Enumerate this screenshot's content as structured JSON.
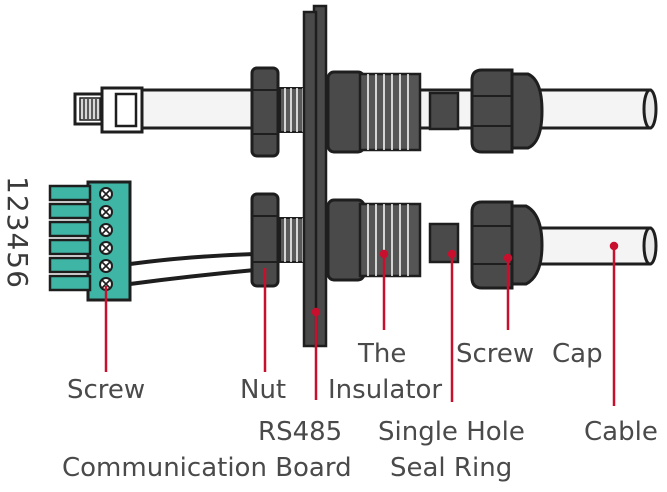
{
  "labels": {
    "screw_left": "Screw",
    "nut": "Nut",
    "rs485_line1": "RS485",
    "rs485_line2": "Communication Board",
    "insulator_line1": "The",
    "insulator_line2": "Insulator",
    "seal_line1": "Single Hole",
    "seal_line2": "Seal Ring",
    "screw_right": "Screw",
    "cap": "Cap",
    "cable": "Cable"
  },
  "pin_numbers": "123456",
  "colors": {
    "leader_line": "#c8102e",
    "terminal_block": "#3fb5a5",
    "part_fill": "#4a4a4a",
    "cable_fill": "#f2f2f2",
    "outline": "#1e1e1e"
  }
}
